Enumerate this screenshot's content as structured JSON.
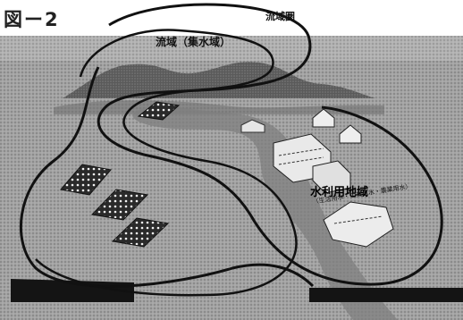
{
  "figure": {
    "title": "図ー2",
    "labels": {
      "basin_area": "流域圏",
      "basin_catchment": "流域（集水域）",
      "water_use_area": "水利用地域",
      "water_use_sub": "（生活用水・工業用水・農業用水）"
    }
  },
  "colors": {
    "ground": "#9a9a9a",
    "mountain": "#505050",
    "outline": "#1a1a1a",
    "river": "#8a8a8a"
  }
}
